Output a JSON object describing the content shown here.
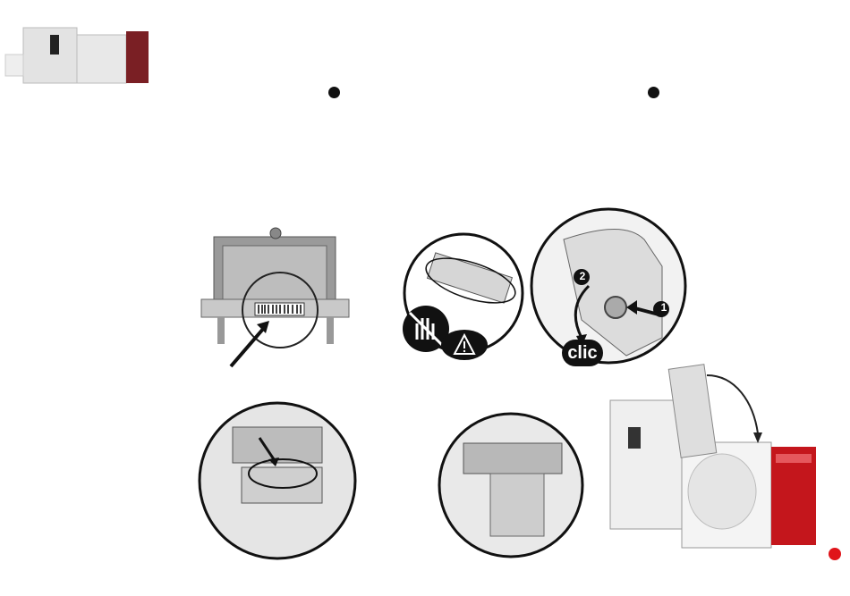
{
  "callouts": {
    "step_one": "1",
    "step_two": "2",
    "click_label": "clic"
  },
  "icons": {
    "printer_thumbnail": "printer-thumbnail-icon",
    "no_touch": "no-touch-hand-icon",
    "warning": "warning-triangle-icon"
  },
  "colors": {
    "brand_red": "#c4161c",
    "ink": "#111111",
    "printer_grey": "#d9d9d9"
  }
}
